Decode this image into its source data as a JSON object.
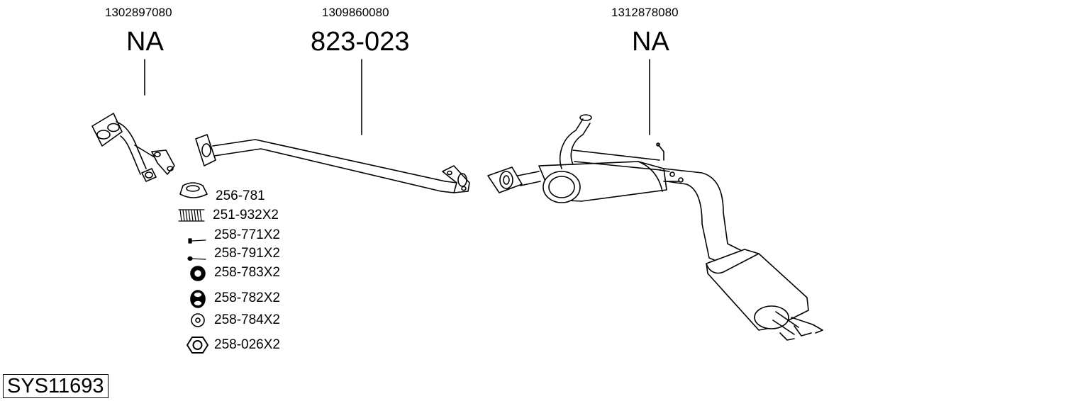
{
  "parts": [
    {
      "part_number": "1302897080",
      "code": "NA"
    },
    {
      "part_number": "1309860080",
      "code": "823-023"
    },
    {
      "part_number": "1312878080",
      "code": "NA"
    }
  ],
  "hardware": [
    {
      "label": "256-781",
      "icon": "gasket-ring-icon"
    },
    {
      "label": "251-932X2",
      "icon": "spring-icon"
    },
    {
      "label": "258-771X2",
      "icon": "bolt-icon"
    },
    {
      "label": "258-791X2",
      "icon": "screw-icon"
    },
    {
      "label": "258-783X2",
      "icon": "rubber-mount-icon"
    },
    {
      "label": "258-782X2",
      "icon": "rubber-bush-icon"
    },
    {
      "label": "258-784X2",
      "icon": "washer-icon"
    },
    {
      "label": "258-026X2",
      "icon": "hex-nut-icon"
    }
  ],
  "system_code": "SYS11693"
}
